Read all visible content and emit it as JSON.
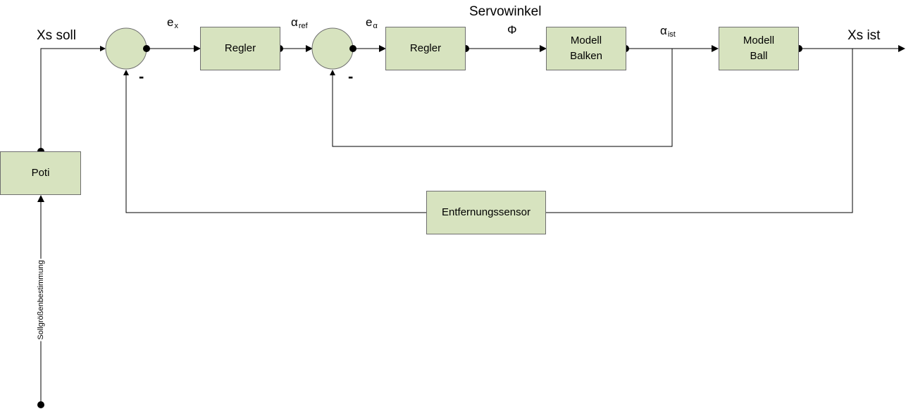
{
  "blocks": {
    "poti": "Poti",
    "regler_x": "Regler",
    "regler_alpha": "Regler",
    "modell_balken_line1": "Modell",
    "modell_balken_line2": "Balken",
    "modell_ball_line1": "Modell",
    "modell_ball_line2": "Ball",
    "sensor": "Entfernungssensor"
  },
  "labels": {
    "xs_soll": "Xs soll",
    "xs_ist": "Xs ist",
    "servowinkel": "Servowinkel",
    "phi": "Φ",
    "e_base": "e",
    "e_x_sub": "x",
    "e_alpha_sub": "α",
    "alpha_base": "α",
    "alpha_ref_sub": "ref",
    "alpha_ist_sub": "ist",
    "minus": "-",
    "sollgroesse": "Sollgrößenbestimmung"
  },
  "colors": {
    "block_fill": "#d7e3bf",
    "border": "#6f6f6f",
    "line": "#000000"
  }
}
